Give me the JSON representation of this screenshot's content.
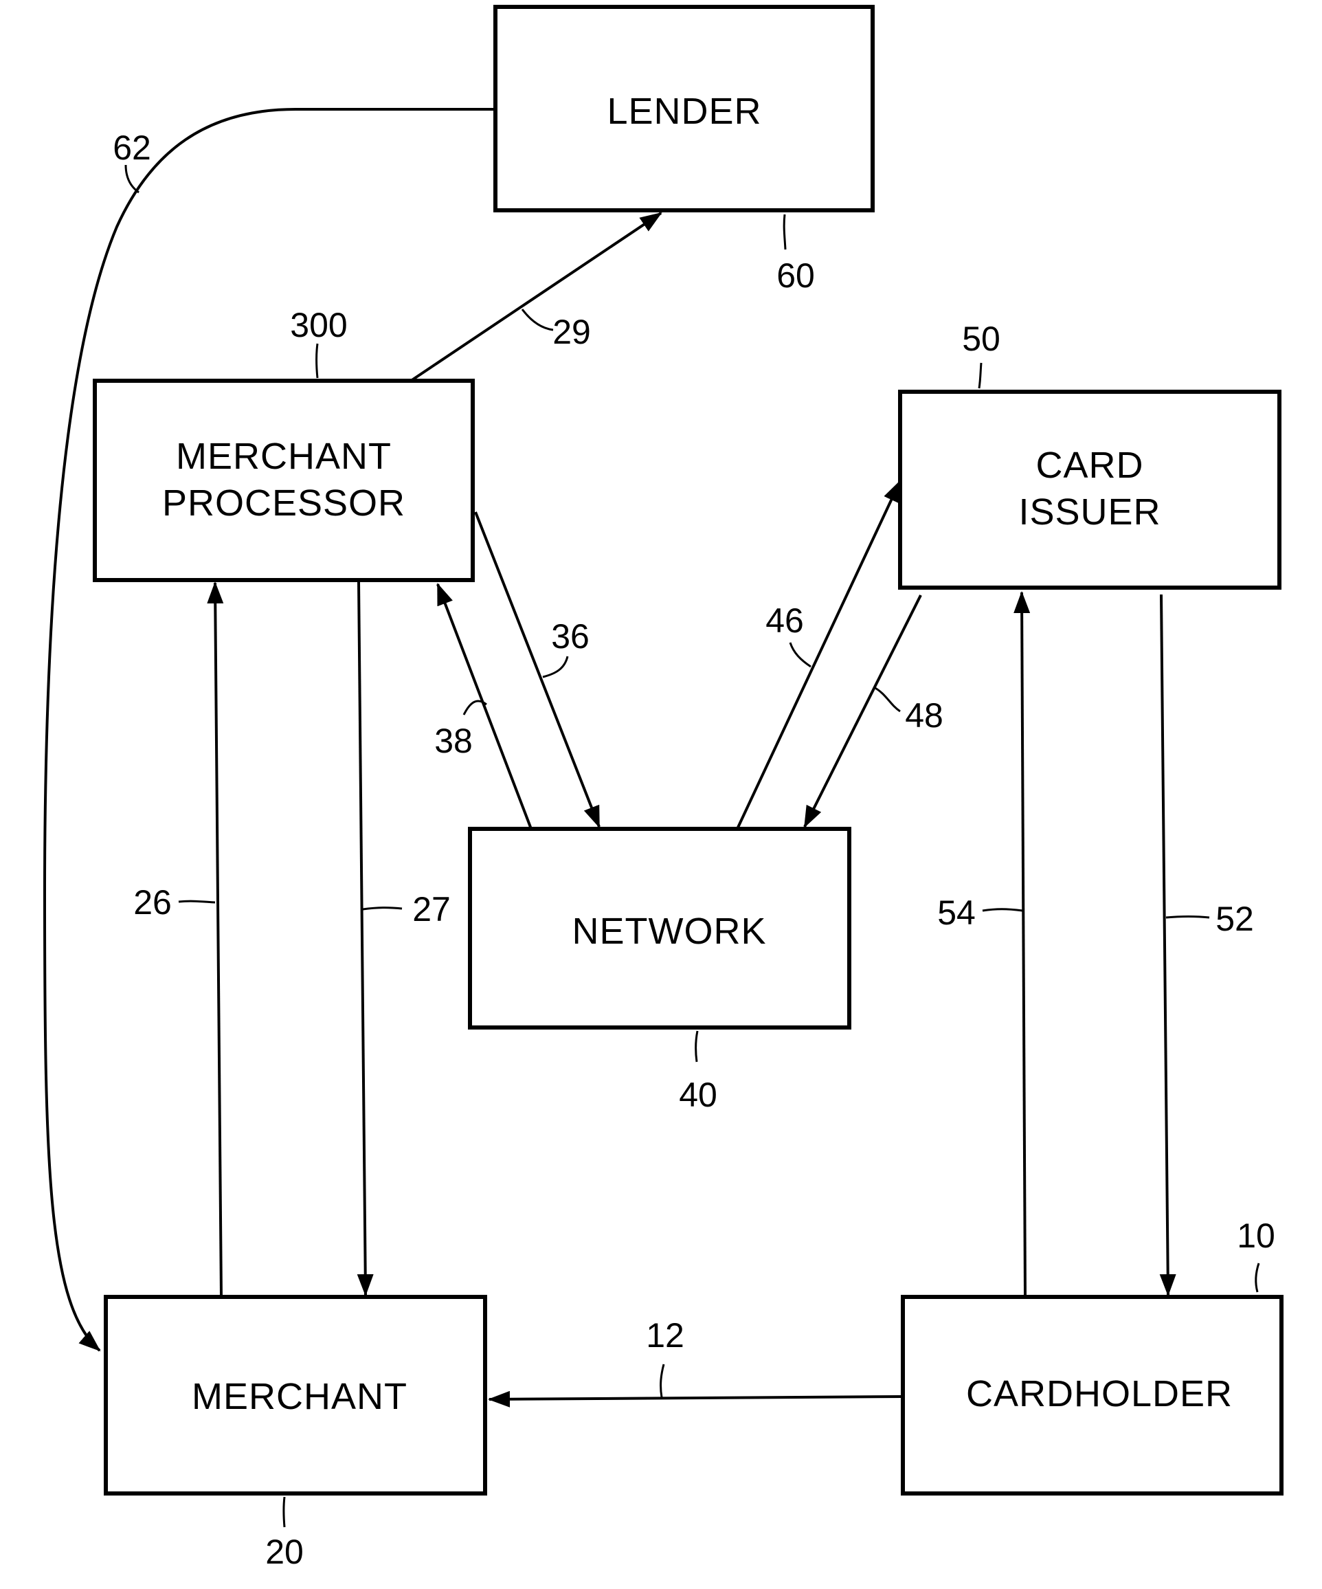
{
  "diagram": {
    "nodes": [
      {
        "id": "lender",
        "lines": [
          "LENDER"
        ],
        "ref": "60"
      },
      {
        "id": "merchant-processor",
        "lines": [
          "MERCHANT",
          "PROCESSOR"
        ],
        "ref": "300"
      },
      {
        "id": "card-issuer",
        "lines": [
          "CARD",
          "ISSUER"
        ],
        "ref": "50"
      },
      {
        "id": "network",
        "lines": [
          "NETWORK"
        ],
        "ref": "40"
      },
      {
        "id": "merchant",
        "lines": [
          "MERCHANT"
        ],
        "ref": "20"
      },
      {
        "id": "cardholder",
        "lines": [
          "CARDHOLDER"
        ],
        "ref": "10"
      }
    ],
    "edges": [
      {
        "ref": "12",
        "from": "cardholder",
        "to": "merchant"
      },
      {
        "ref": "26",
        "from": "merchant",
        "to": "merchant-processor"
      },
      {
        "ref": "27",
        "from": "merchant-processor",
        "to": "merchant"
      },
      {
        "ref": "29",
        "from": "merchant-processor",
        "to": "lender"
      },
      {
        "ref": "36",
        "from": "merchant-processor",
        "to": "network"
      },
      {
        "ref": "38",
        "from": "network",
        "to": "merchant-processor"
      },
      {
        "ref": "46",
        "from": "network",
        "to": "card-issuer"
      },
      {
        "ref": "48",
        "from": "card-issuer",
        "to": "network"
      },
      {
        "ref": "52",
        "from": "card-issuer",
        "to": "cardholder"
      },
      {
        "ref": "54",
        "from": "cardholder",
        "to": "card-issuer"
      },
      {
        "ref": "62",
        "from": "lender",
        "to": "merchant"
      }
    ]
  }
}
